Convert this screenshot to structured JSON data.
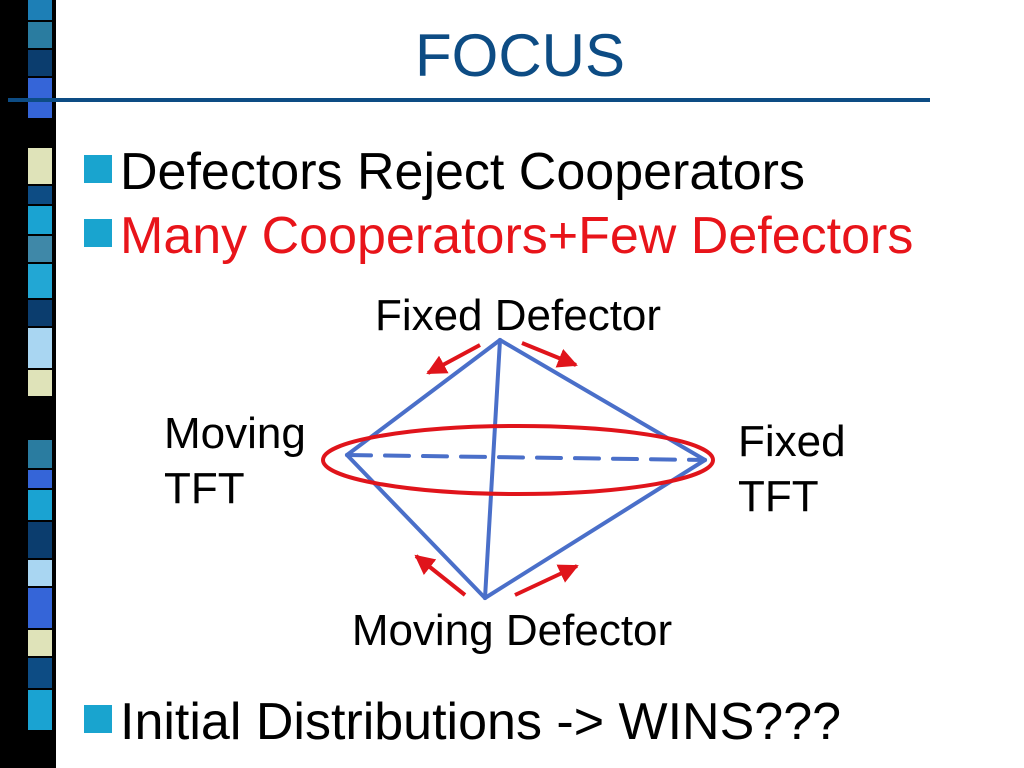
{
  "slide": {
    "title": "FOCUS",
    "title_color": "#0d4c84",
    "accent_color": "#19a4cf",
    "bullets": [
      {
        "text": "Defectors Reject Cooperators",
        "color": "#000000"
      },
      {
        "text": "Many Cooperators+Few Defectors",
        "color": "#e8141a"
      },
      {
        "text": "Initial Distributions -> WINS???",
        "color": "#000000"
      }
    ]
  },
  "diagram": {
    "nodes": {
      "top": {
        "label": "Fixed Defector"
      },
      "left": {
        "label_lines": [
          "Moving",
          "TFT"
        ]
      },
      "right": {
        "label_lines": [
          "Fixed",
          "TFT"
        ]
      },
      "bottom": {
        "label": "Moving Defector"
      }
    },
    "colors": {
      "edges": "#4a6fc9",
      "arrows": "#e0141b",
      "ellipse": "#e0141b"
    }
  }
}
